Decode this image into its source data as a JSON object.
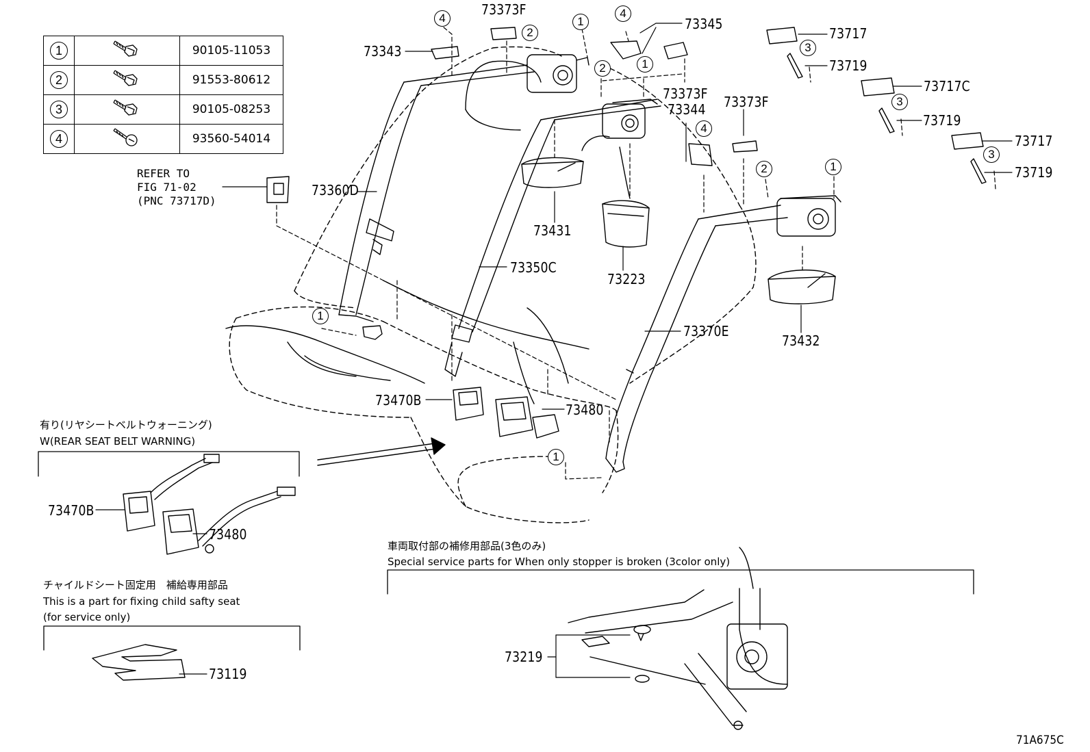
{
  "fastener_table": {
    "rows": [
      {
        "index": "1",
        "part_no": "90105-11053"
      },
      {
        "index": "2",
        "part_no": "91553-80612"
      },
      {
        "index": "3",
        "part_no": "90105-08253"
      },
      {
        "index": "4",
        "part_no": "93560-54014"
      }
    ]
  },
  "refer_note": {
    "line1": "REFER TO",
    "line2": "FIG 71-02",
    "line3": "(PNC 73717D)"
  },
  "callouts": {
    "c73343": "73343",
    "c73373F_a": "73373F",
    "c73345": "73345",
    "c73373F_b": "73373F",
    "c73344": "73344",
    "c73373F_c": "73373F",
    "c73717_a": "73717",
    "c73719_a": "73719",
    "c73717C": "73717C",
    "c73719_b": "73719",
    "c73717_b": "73717",
    "c73719_c": "73719",
    "c73360D": "73360D",
    "c73431": "73431",
    "c73350C": "73350C",
    "c73223": "73223",
    "c73432": "73432",
    "c73370E": "73370E",
    "c73470B": "73470B",
    "c73480": "73480",
    "c73470B_inset": "73470B",
    "c73480_inset": "73480",
    "c73119": "73119",
    "c73219": "73219"
  },
  "notes": {
    "warning_jp": "有り(リヤシートベルトウォーニング)",
    "warning_en": "W(REAR SEAT BELT WARNING)",
    "child_jp": "チャイルドシート固定用　補給専用部品",
    "child_en1": "This is a part for fixing child safty seat",
    "child_en2": "(for service only)",
    "stopper_jp": "車両取付部の補修用部品(3色のみ)",
    "stopper_en": "Special service parts for When only stopper is broken (3color only)"
  },
  "markers": {
    "m1": "1",
    "m2": "2",
    "m3": "3",
    "m4": "4"
  },
  "figure_code": "71A675C"
}
